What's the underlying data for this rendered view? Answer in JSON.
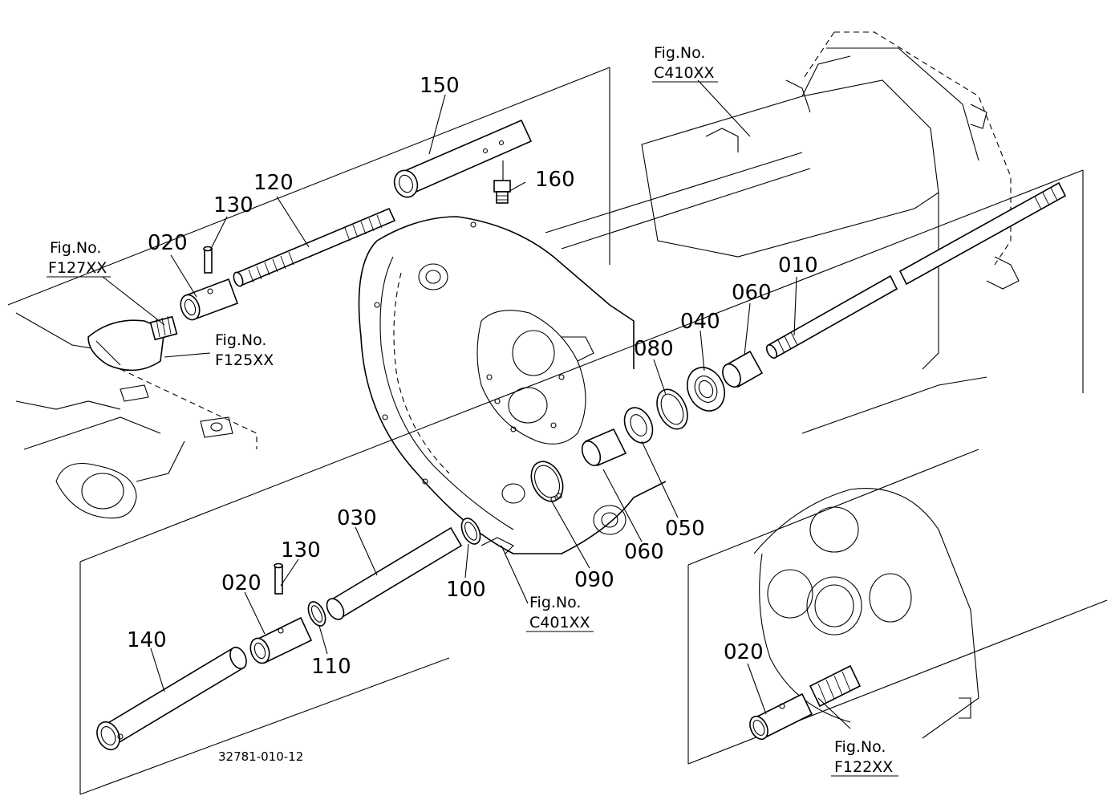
{
  "part_numbers": {
    "p150": "150",
    "p160": "160",
    "p130_top": "130",
    "p120": "120",
    "p020_top": "020",
    "p010": "010",
    "p060_top": "060",
    "p040": "040",
    "p080": "080",
    "p050": "050",
    "p060_bottom": "060",
    "p090": "090",
    "p100": "100",
    "p030": "030",
    "p130_bottom": "130",
    "p020_bottom": "020",
    "p110": "110",
    "p140": "140",
    "p020_right": "020"
  },
  "figure_refs": {
    "c410": {
      "line1": "Fig.No.",
      "line2": "C410XX"
    },
    "f127": {
      "line1": "Fig.No.",
      "line2": "F127XX"
    },
    "f125": {
      "line1": "Fig.No.",
      "line2": "F125XX"
    },
    "c401": {
      "line1": "Fig.No.",
      "line2": "C401XX"
    },
    "f122": {
      "line1": "Fig.No.",
      "line2": "F122XX"
    }
  },
  "drawing_code": "32781-010-12"
}
